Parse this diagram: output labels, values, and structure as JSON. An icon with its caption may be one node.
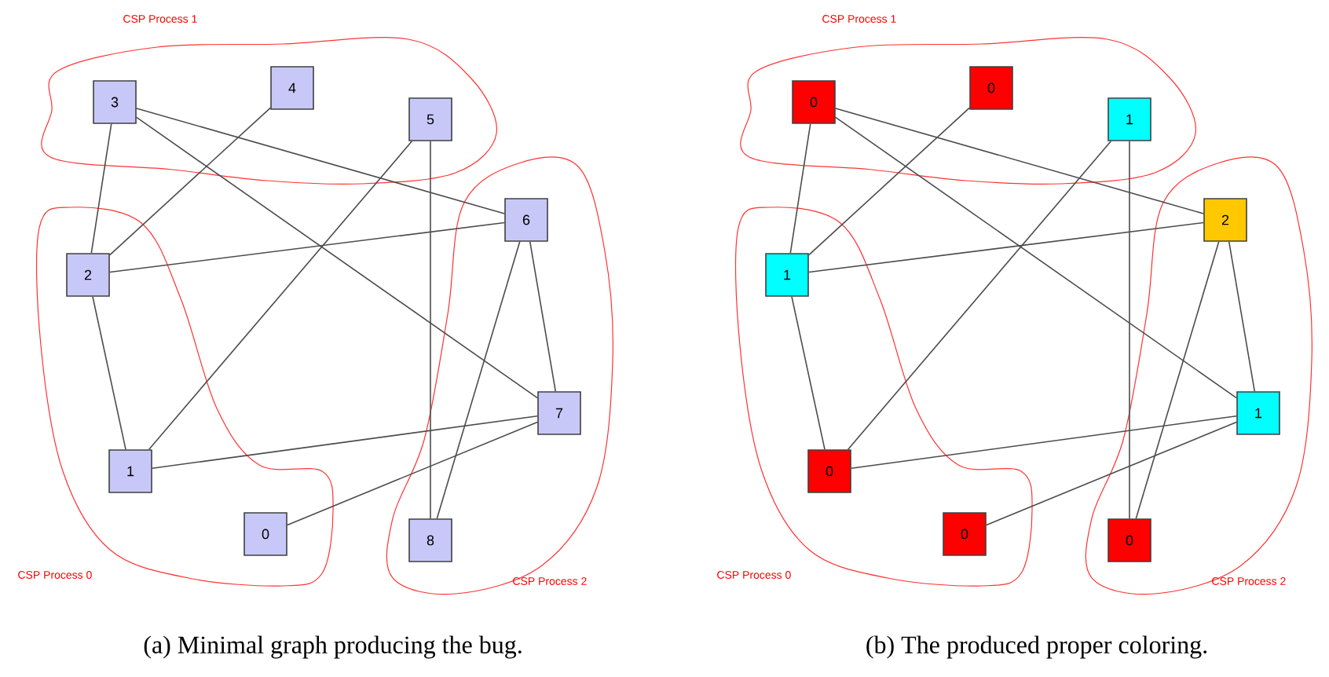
{
  "diagram": {
    "nodes": [
      {
        "text": [
          "0"
        ]
      },
      {
        "text": [
          "1"
        ]
      },
      {
        "text": [
          "2"
        ]
      },
      {
        "text": [
          "3"
        ]
      },
      {
        "text": [
          "4"
        ]
      },
      {
        "text": [
          "5"
        ]
      },
      {
        "text": [
          "6"
        ]
      },
      {
        "text": [
          "7"
        ]
      },
      {
        "text": [
          "8"
        ]
      },
      {
        "text": [
          "0"
        ]
      },
      {
        "text": [
          "0"
        ]
      },
      {
        "text": [
          "1"
        ]
      },
      {
        "text": [
          "0"
        ]
      },
      {
        "text": [
          "0"
        ]
      },
      {
        "text": [
          "1"
        ]
      },
      {
        "text": [
          "2"
        ]
      },
      {
        "text": [
          "1"
        ]
      },
      {
        "text": [
          "0"
        ]
      }
    ],
    "edges": [
      {
        "from": 3,
        "to": 2,
        "arrow": "none"
      },
      {
        "from": 3,
        "to": 6,
        "arrow": "none"
      },
      {
        "from": 3,
        "to": 7,
        "arrow": "none"
      },
      {
        "from": 4,
        "to": 2,
        "arrow": "none"
      },
      {
        "from": 5,
        "to": 1,
        "arrow": "none"
      },
      {
        "from": 5,
        "to": 8,
        "arrow": "none"
      },
      {
        "from": 6,
        "to": 2,
        "arrow": "none"
      },
      {
        "from": 6,
        "to": 7,
        "arrow": "none"
      },
      {
        "from": 6,
        "to": 8,
        "arrow": "none"
      },
      {
        "from": 2,
        "to": 1,
        "arrow": "none"
      },
      {
        "from": 1,
        "to": 7,
        "arrow": "none"
      },
      {
        "from": 0,
        "to": 7,
        "arrow": "none"
      },
      {
        "from": 12,
        "to": 11,
        "arrow": "none"
      },
      {
        "from": 12,
        "to": 15,
        "arrow": "none"
      },
      {
        "from": 12,
        "to": 16,
        "arrow": "none"
      },
      {
        "from": 13,
        "to": 11,
        "arrow": "none"
      },
      {
        "from": 14,
        "to": 10,
        "arrow": "none"
      },
      {
        "from": 14,
        "to": 17,
        "arrow": "none"
      },
      {
        "from": 15,
        "to": 11,
        "arrow": "none"
      },
      {
        "from": 15,
        "to": 16,
        "arrow": "none"
      },
      {
        "from": 15,
        "to": 17,
        "arrow": "none"
      },
      {
        "from": 11,
        "to": 10,
        "arrow": "none"
      },
      {
        "from": 10,
        "to": 16,
        "arrow": "none"
      },
      {
        "from": 9,
        "to": 16,
        "arrow": "none"
      }
    ],
    "labels": [
      "CSP Process 1",
      "CSP Process 1",
      "CSP Process 0",
      "CSP Process 0",
      "CSP Process 2",
      "CSP Process 2",
      "(a) Minimal graph producing the bug.",
      "(b) The produced proper coloring."
    ]
  }
}
